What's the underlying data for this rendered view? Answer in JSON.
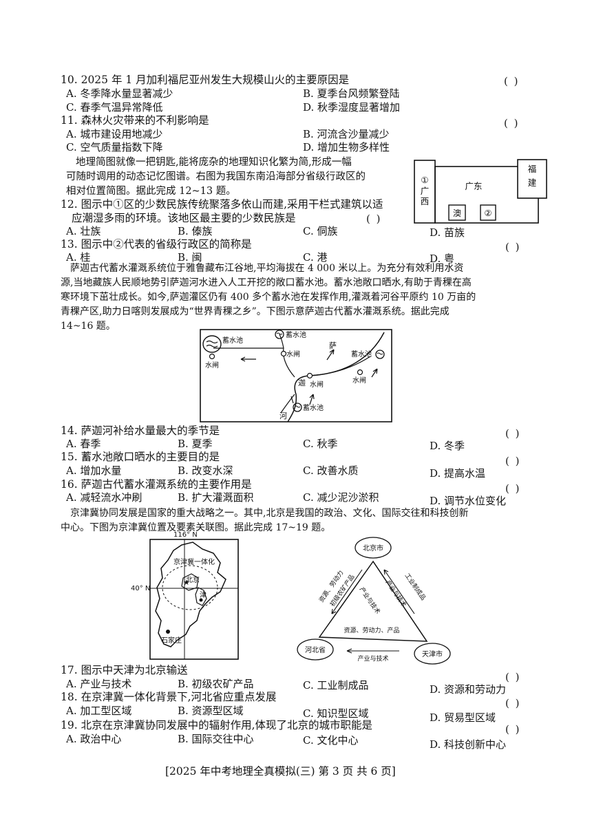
{
  "questions": {
    "q10": {
      "stem": "10. 2025 年 1 月加利福尼亚州发生大规模山火的主要原因是",
      "a": "A. 冬季降水量显著减少",
      "b": "B. 夏季台风频繁登陆",
      "c": "C. 春季气温异常降低",
      "d": "D. 秋季湿度显著增加"
    },
    "q11": {
      "stem": "11. 森林火灾带来的不利影响是",
      "a": "A. 城市建设用地减少",
      "b": "B. 河流含沙量减少",
      "c": "C. 空气质量指数下降",
      "d": "D. 增加生物多样性"
    },
    "q12": {
      "stem1": "12. 图示中①区的少数民族传统聚落多依山而建,采用干栏式建筑以适",
      "stem2": "应潮湿多雨的环境。该地区最主要的少数民族是",
      "a": "A. 壮族",
      "b": "B. 傣族",
      "c": "C. 侗族",
      "d": "D. 苗族"
    },
    "q13": {
      "stem": "13. 图示中②代表的省级行政区的简称是",
      "a": "A. 桂",
      "b": "B. 闽",
      "c": "C. 港",
      "d": "D. 粤"
    },
    "q14": {
      "stem": "14. 萨迦河补给水量最大的季节是",
      "a": "A. 春季",
      "b": "B. 夏季",
      "c": "C. 秋季",
      "d": "D. 冬季"
    },
    "q15": {
      "stem": "15. 蓄水池敞口晒水的主要目的是",
      "a": "A. 增加水量",
      "b": "B. 改变水深",
      "c": "C. 改善水质",
      "d": "D. 提高水温"
    },
    "q16": {
      "stem": "16. 萨迦古代蓄水灌溉系统的主要作用是",
      "a": "A. 减轻流水冲刷",
      "b": "B. 扩大灌溉面积",
      "c": "C. 减少泥沙淤积",
      "d": "D. 调节水位变化"
    },
    "q17": {
      "stem": "17. 图示中天津为北京输送",
      "a": "A. 产业与技术",
      "b": "B. 初级农矿产品",
      "c": "C. 工业制成品",
      "d": "D. 资源和劳动力"
    },
    "q18": {
      "stem": "18. 在京津冀一体化背景下,河北省应重点发展",
      "a": "A. 加工型区域",
      "b": "B. 资源型区域",
      "c": "C. 知识型区域",
      "d": "D. 贸易型区域"
    },
    "q19": {
      "stem": "19. 北京在京津冀协同发展中的辐射作用,体现了北京的城市职能是",
      "a": "A. 政治中心",
      "b": "B. 国际交往中心",
      "c": "C. 文化中心",
      "d": "D. 科技创新中心"
    },
    "paren": "(        )",
    "paren_short": "(      )"
  },
  "passages": {
    "p1": [
      "地理简图就像一把钥匙,能将庞杂的地理知识化繁为简,形成一幅",
      "可随时调用的动态记忆图谱。右图为我国东南沿海部分省级行政区的",
      "相对位置简图。据此完成 12~13 题。"
    ],
    "p2": [
      "萨迦古代蓄水灌溉系统位于雅鲁藏布江谷地,平均海拔在 4 000 米以上。为充分有效利用水资",
      "源,当地藏族人民顺地势引萨迦河水进入人工开挖的敞口蓄水池。蓄水池敞口晒水,有助于青稞在高",
      "寒环境下茁壮成长。如今,萨迦灌区仍有 400 多个蓄水池在发挥作用,灌溉着河谷平原约 10 万亩的",
      "青稞产区,助力日喀则发展成为“世界青稞之乡”。下图示意萨迦古代蓄水灌溉系统。据此完成",
      "14~16 题。"
    ],
    "p3": [
      "京津冀协同发展是国家的重大战略之一。其中,北京是我国的政治、文化、国际交往和科技创新",
      "中心。下图为京津冀位置及要素关联图。据此完成 17~19 题。"
    ]
  },
  "fig_provinces": {
    "fujian": "福建",
    "guangdong": "广东",
    "guangxi_mark": "①",
    "guangxi": "广西",
    "macau": "澳",
    "mark2": "②"
  },
  "fig_irrigation": {
    "reservoir": "蓄水池",
    "sluice": "水闸",
    "river": [
      "萨",
      "迦",
      "河"
    ]
  },
  "fig_jjj": {
    "lon": "116° N",
    "lat": "40° N",
    "region": "京津冀一体化",
    "beijing": "北京",
    "tianjin": "津",
    "shijiazhuang": "石家庄"
  },
  "fig_relation": {
    "beijing": "北京市",
    "hebei": "河北省",
    "tianjin": "天津市",
    "left_out": "资源、劳动力",
    "left_in": "初级农矿产品",
    "right_out": "工业制成品",
    "right_in": "产业与技术",
    "inner_left": "产业与技术",
    "inner_right": "产业与技术",
    "bottom_in": "资源、劳动力、产品",
    "bottom_out": "产业与技术"
  },
  "footer": "[2025 年中考地理全真模拟(三)  第 3 页  共 6 页]"
}
